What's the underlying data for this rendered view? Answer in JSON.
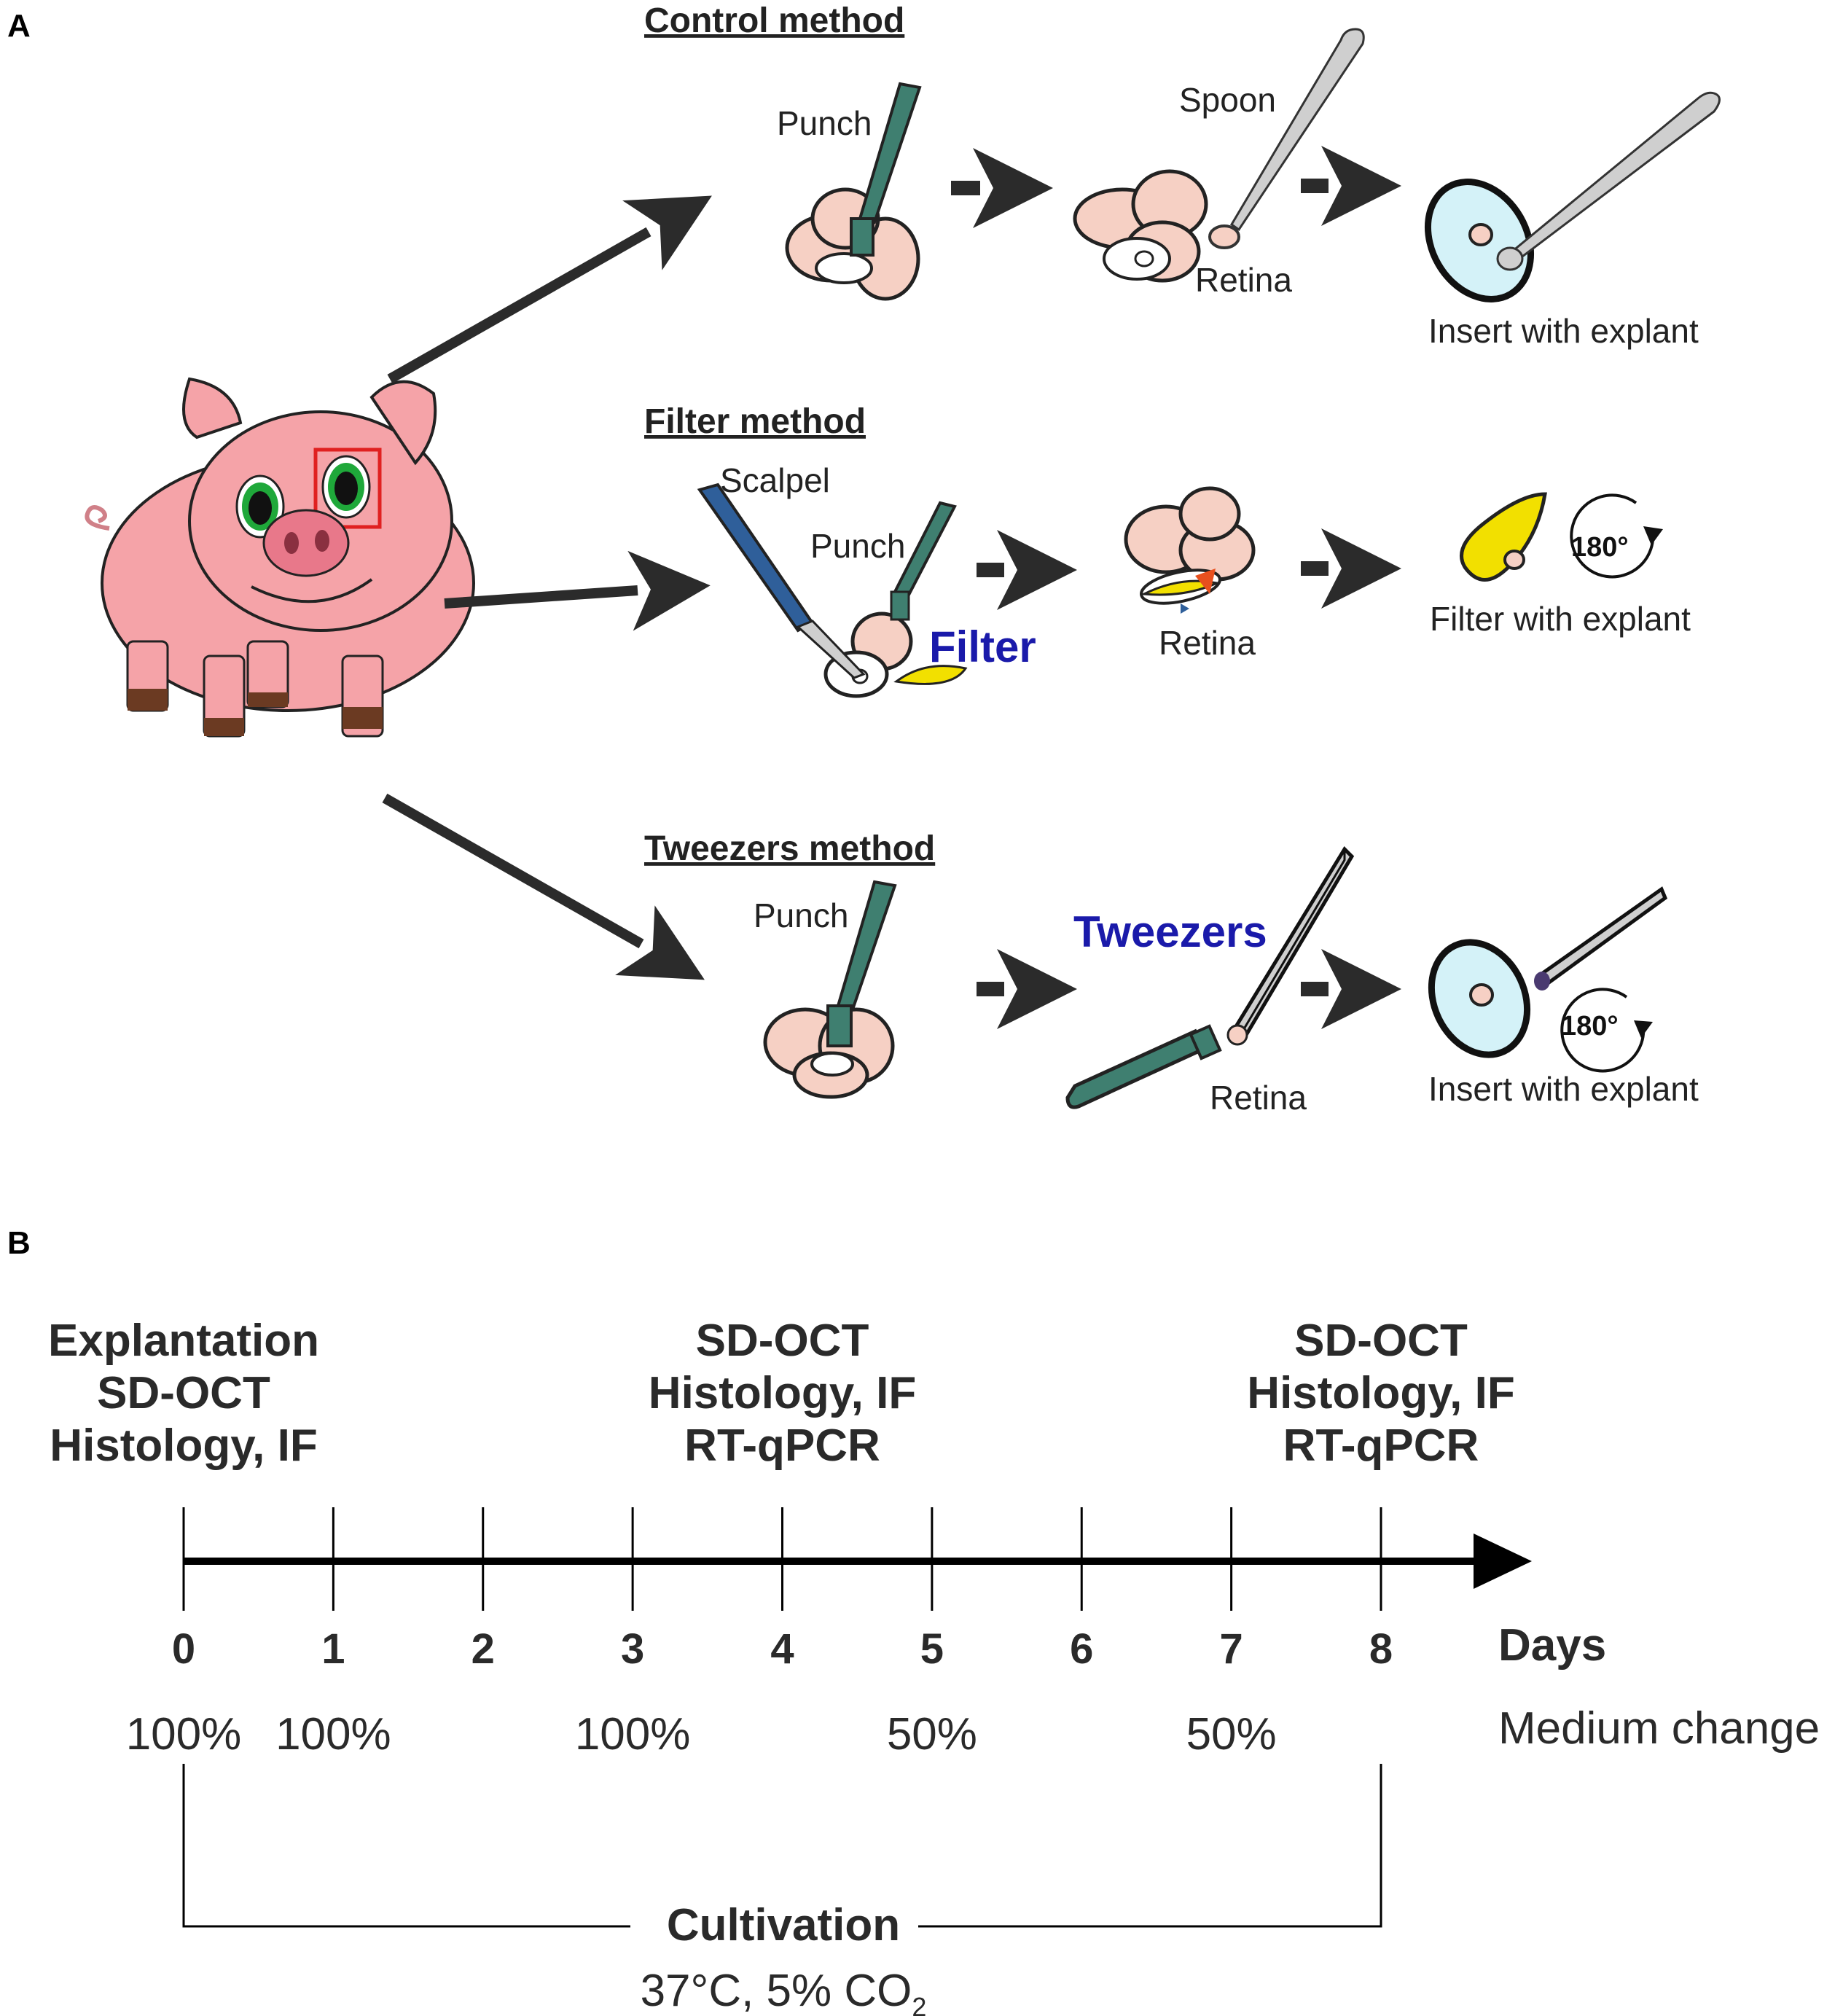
{
  "panel_a": {
    "label": "A",
    "methods": {
      "control": {
        "title": "Control method",
        "punch": "Punch",
        "spoon": "Spoon",
        "retina": "Retina",
        "result": "Insert with explant"
      },
      "filter": {
        "title": "Filter method",
        "scalpel": "Scalpel",
        "punch": "Punch",
        "filter": "Filter",
        "retina": "Retina",
        "rotation": "180°",
        "result": "Filter with explant"
      },
      "tweezers": {
        "title": "Tweezers method",
        "punch": "Punch",
        "tweezers": "Tweezers",
        "retina": "Retina",
        "rotation": "180°",
        "result": "Insert with explant"
      }
    }
  },
  "panel_b": {
    "label": "B",
    "timeline": {
      "unit_label": "Days",
      "days": [
        "0",
        "1",
        "2",
        "3",
        "4",
        "5",
        "6",
        "7",
        "8"
      ],
      "events": [
        {
          "day": 0,
          "lines": [
            "Explantation",
            "SD-OCT",
            "Histology, IF"
          ]
        },
        {
          "day": 4,
          "lines": [
            "SD-OCT",
            "Histology, IF",
            "RT-qPCR"
          ]
        },
        {
          "day": 8,
          "lines": [
            "SD-OCT",
            "Histology, IF",
            "RT-qPCR"
          ]
        }
      ],
      "medium_change_label": "Medium change",
      "medium_changes": [
        {
          "day": 0,
          "value": "100%"
        },
        {
          "day": 1,
          "value": "100%"
        },
        {
          "day": 3,
          "value": "100%"
        },
        {
          "day": 5,
          "value": "50%"
        },
        {
          "day": 7,
          "value": "50%"
        }
      ],
      "cultivation": {
        "label": "Cultivation",
        "conditions": "37°C, 5% CO",
        "conditions_subscript": "2"
      }
    }
  },
  "colors": {
    "instrument": "#3f7f70",
    "scalpel_blade": "#2f5f9a",
    "tissue": "#f6d0c4",
    "insert": "#d4f2f8",
    "filter": "#f2e000",
    "pig": "#f5a3a8",
    "label_blue": "#1a1aaa"
  }
}
